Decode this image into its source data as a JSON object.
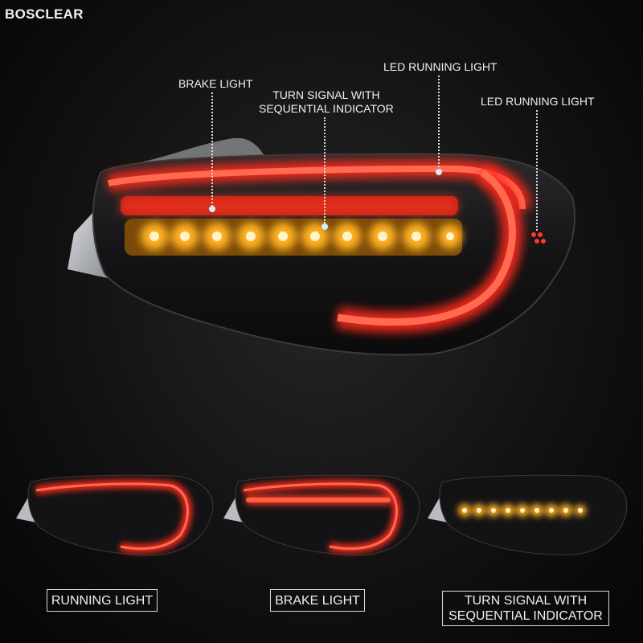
{
  "brand": "BOSCLEAR",
  "callouts": {
    "brake": "BRAKE LIGHT",
    "turn_line1": "TURN SIGNAL WITH",
    "turn_line2": "SEQUENTIAL INDICATOR",
    "led1": "LED RUNNING LIGHT",
    "led2": "LED RUNNING LIGHT"
  },
  "captions": {
    "running": "RUNNING LIGHT",
    "brake": "BRAKE LIGHT",
    "turn_line1": "TURN SIGNAL WITH",
    "turn_line2": "SEQUENTIAL INDICATOR"
  },
  "colors": {
    "red_glow": "#ff2a1a",
    "amber_glow": "#ffb020",
    "housing": "#1a1a1c",
    "bracket": "#cfd2d6"
  }
}
